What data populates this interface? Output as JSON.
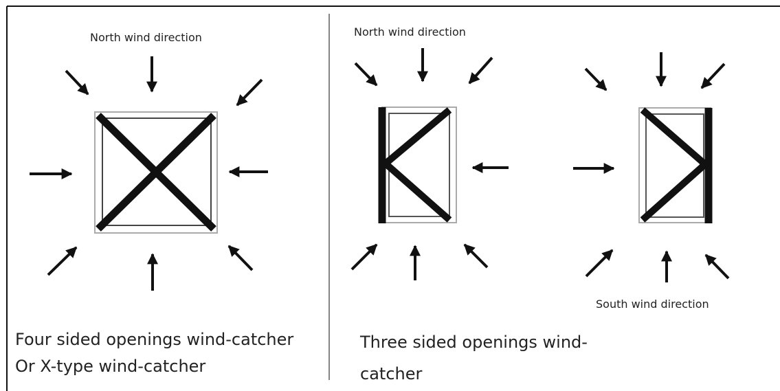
{
  "left_panel": {
    "wind_label": "North wind direction",
    "caption_line1": "Four sided openings wind-catcher",
    "caption_line2": "Or X-type wind-catcher"
  },
  "right_panel": {
    "north_label": "North wind direction",
    "south_label": "South wind direction",
    "caption_line1": "Three sided openings wind-",
    "caption_line2": "catcher"
  }
}
